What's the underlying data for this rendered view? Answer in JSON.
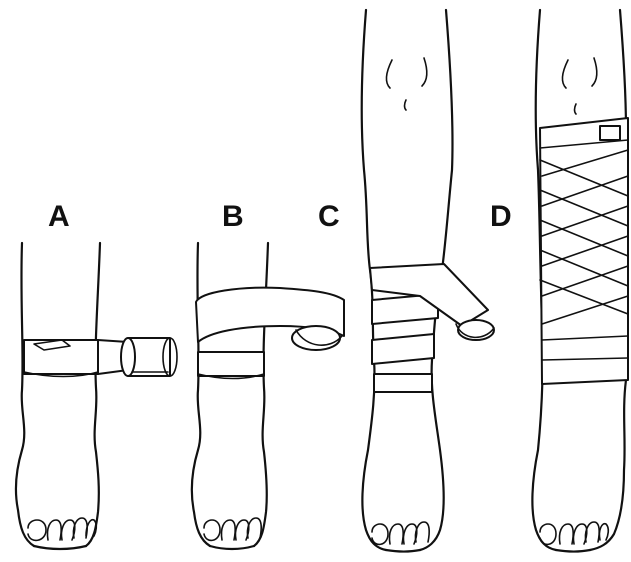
{
  "figure": {
    "panels": [
      {
        "id": "A",
        "label": "A"
      },
      {
        "id": "B",
        "label": "B"
      },
      {
        "id": "C",
        "label": "C"
      },
      {
        "id": "D",
        "label": "D"
      }
    ]
  },
  "colors": {
    "ink": "#111111",
    "paper": "#ffffff"
  },
  "icons": [
    "ankle-foot-illustration",
    "bandage-roll-icon"
  ]
}
